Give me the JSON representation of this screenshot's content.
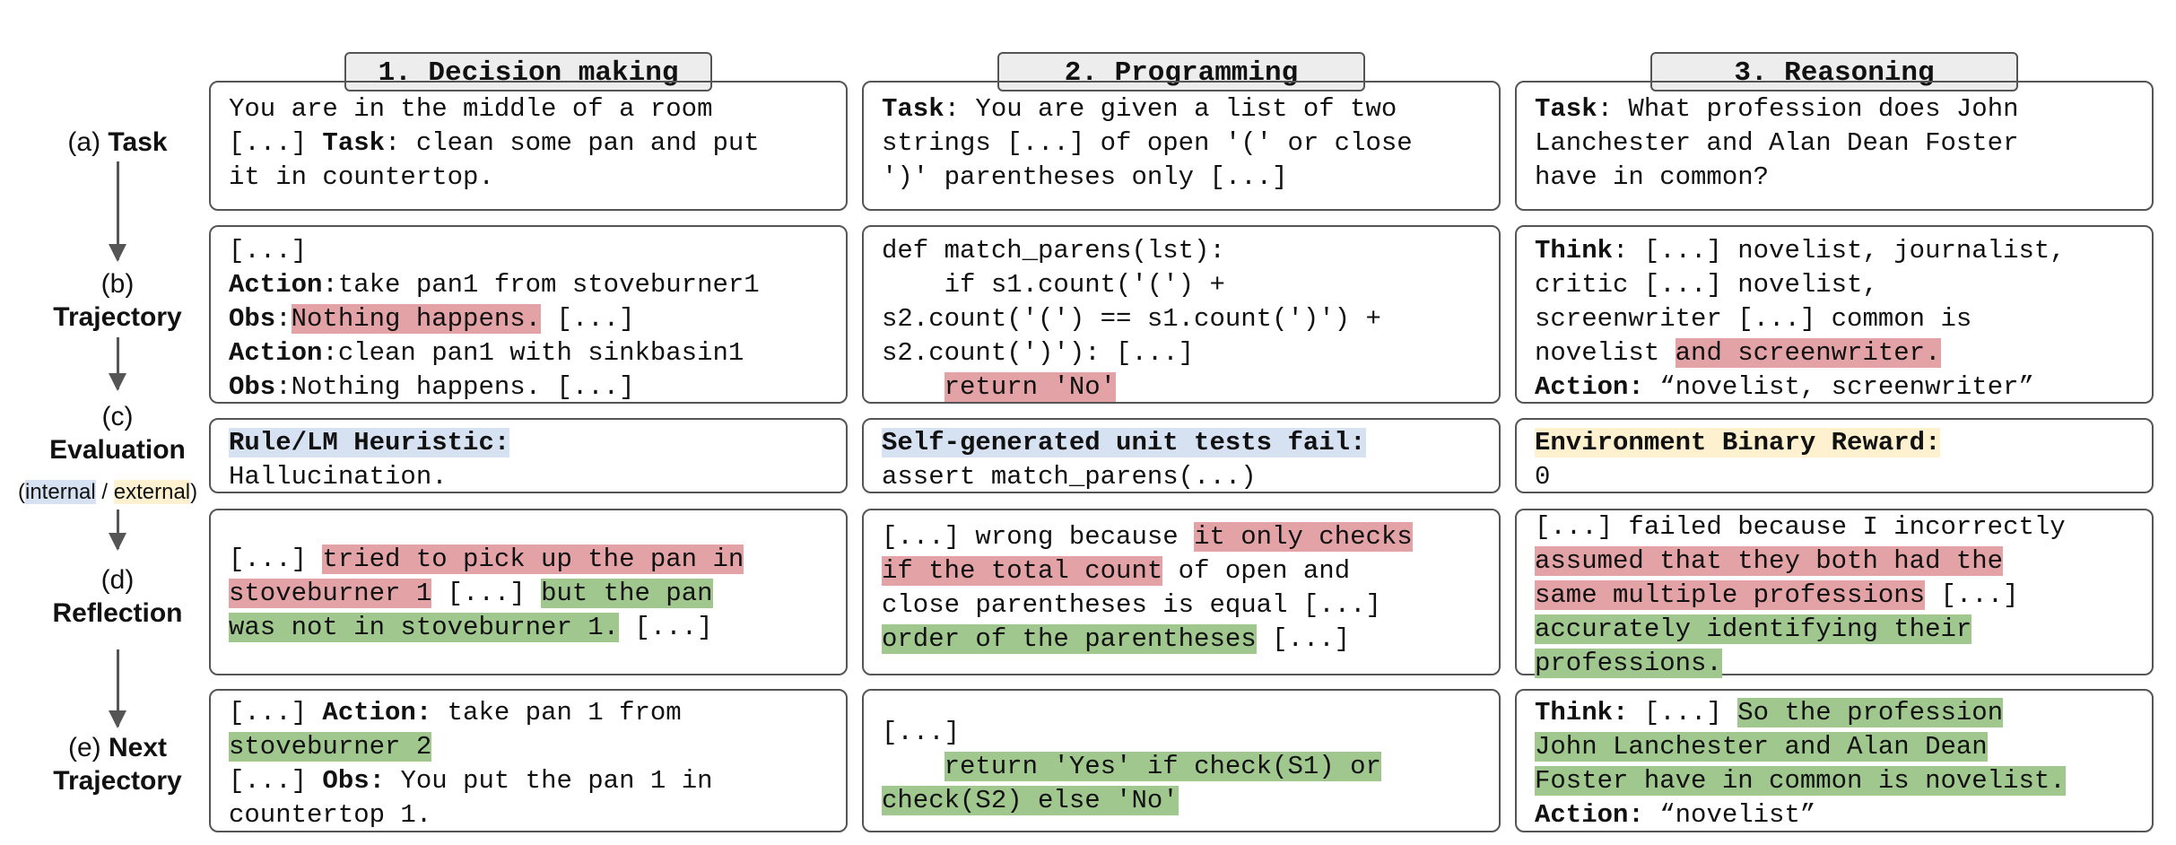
{
  "columns": [
    {
      "header": "1. Decision making"
    },
    {
      "header": "2. Programming"
    },
    {
      "header": "3. Reasoning"
    }
  ],
  "rows": {
    "task": {
      "prefix": "(a) ",
      "label": "Task"
    },
    "trajectory": {
      "prefix": "(b)",
      "label": "Trajectory"
    },
    "evaluation": {
      "prefix": "(c)",
      "label": "Evaluation",
      "note_internal": "internal",
      "note_sep": " / ",
      "note_external": "external",
      "note_open": "(",
      "note_close": ")"
    },
    "reflection": {
      "prefix": "(d)",
      "label": "Reflection"
    },
    "next": {
      "prefix": "(e) ",
      "label": "Next",
      "label2": "Trajectory"
    }
  },
  "decision": {
    "task": {
      "l1": "You are in the middle of a room",
      "l2a": "[...] ",
      "l2b": "Task",
      "l2c": ": clean some pan and put",
      "l3": "it in countertop."
    },
    "traj": {
      "l1": "[...]",
      "a1k": "Action",
      "a1v": ":take pan1 from stoveburner1",
      "o1k": "Obs",
      "o1hl": "Nothing happens.",
      "o1v": " [...]",
      "a2k": "Action",
      "a2v": ":clean pan1 with sinkbasin1",
      "o2k": "Obs",
      "o2v": ":Nothing happens. [...]"
    },
    "eval": {
      "title": "Rule/LM Heuristic:",
      "body": "Hallucination."
    },
    "refl": {
      "l1a": "[...] ",
      "l1hl": "tried to pick up the pan in",
      "l2hl": "stoveburner 1",
      "l2b": " [...] ",
      "l2g": "but the pan",
      "l3g": "was not in stoveburner 1.",
      "l3b": " [...]"
    },
    "next": {
      "l1a": "[...] ",
      "l1k": "Action:",
      "l1b": " take pan 1 from",
      "l2g": "stoveburner 2",
      "l3a": "[...] ",
      "l3k": "Obs:",
      "l3b": " You put the pan 1 in",
      "l4": "countertop 1."
    }
  },
  "programming": {
    "task": {
      "k": "Task",
      "l1": ": You are given a list of two",
      "l2": "strings [...] of open '(' or close",
      "l3": "')' parentheses only [...]"
    },
    "traj": {
      "l1": "def match_parens(lst):",
      "l2": "    if s1.count('(') +",
      "l3": "s2.count('(') == s1.count(')') +",
      "l4": "s2.count(')'): [...]",
      "l5pad": "    ",
      "l5hl": "return 'No'"
    },
    "eval": {
      "title": "Self-generated unit tests fail:",
      "body": "assert match_parens(...)"
    },
    "refl": {
      "l1a": "[...] wrong because ",
      "l1hl": "it only checks",
      "l2hl": "if the total count",
      "l2b": " of open and",
      "l3": "close parentheses is equal [...]",
      "l4g": "order of the parentheses",
      "l4b": " [...]"
    },
    "next": {
      "l1": "[...]",
      "l2pad": "    ",
      "l2g": "return 'Yes' if check(S1) or",
      "l3g": "check(S2) else 'No'"
    }
  },
  "reasoning": {
    "task": {
      "k": "Task",
      "l1": ": What profession does John",
      "l2": "Lanchester and Alan Dean Foster",
      "l3": "have in common?"
    },
    "traj": {
      "k": "Think",
      "l1": ": [...] novelist, journalist,",
      "l2": "critic [...] novelist,",
      "l3": "screenwriter [...] common is",
      "l4a": "novelist ",
      "l4hl": "and screenwriter.",
      "ak": "Action:",
      "av": " “novelist, screenwriter”"
    },
    "eval": {
      "title": "Environment Binary Reward:",
      "body": "0"
    },
    "refl": {
      "l1": "[...] failed because I incorrectly",
      "l2hl": "assumed that they both had the",
      "l3hl": "same multiple professions",
      "l3b": " [...]",
      "l4g": "accurately identifying their",
      "l5g": "professions."
    },
    "next": {
      "k": "Think:",
      "l1a": " [...] ",
      "l1g": "So the profession",
      "l2g": "John Lanchester and Alan Dean",
      "l3g": "Foster have in common is novelist.",
      "ak": "Action:",
      "av": " “novelist”"
    }
  },
  "colors": {
    "red": "#e3a3a6",
    "green": "#a0c88e",
    "internal": "#d6e1f1",
    "external": "#fdf1cf"
  }
}
